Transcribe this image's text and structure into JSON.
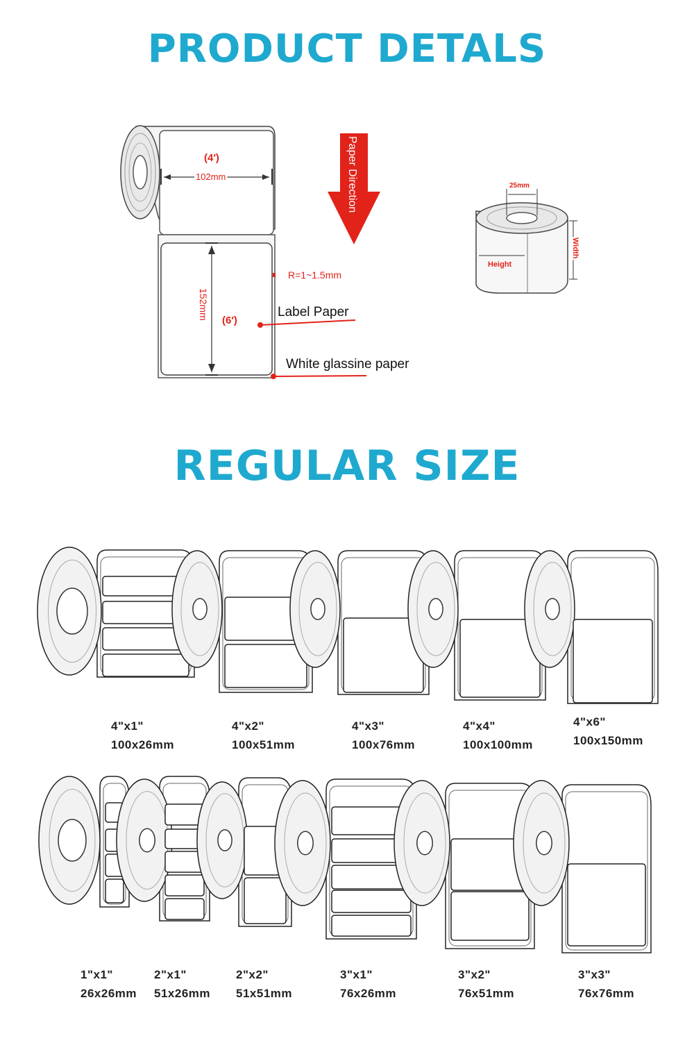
{
  "headings": {
    "product_details": "PRODUCT DETALS",
    "regular_size": "REGULAR SIZE"
  },
  "diagram": {
    "width_inch": "(4′)",
    "width_mm": "102mm",
    "height_inch": "(6′)",
    "height_mm": "152mm",
    "corner_radius": "R=1~1.5mm",
    "label_paper": "Label Paper",
    "glassine": "White glassine paper",
    "paper_direction": "Paper Direction",
    "core": "25mm",
    "roll_height": "Height",
    "roll_width": "Width",
    "accent_color": "#e2231a"
  },
  "sizes_row1": [
    {
      "inch": "4\"x1\"",
      "mm": "100x26mm"
    },
    {
      "inch": "4\"x2\"",
      "mm": "100x51mm"
    },
    {
      "inch": "4\"x3\"",
      "mm": "100x76mm"
    },
    {
      "inch": "4\"x4\"",
      "mm": "100x100mm"
    },
    {
      "inch": "4\"x6\"",
      "mm": "100x150mm"
    }
  ],
  "sizes_row2": [
    {
      "inch": "1\"x1\"",
      "mm": "26x26mm"
    },
    {
      "inch": "2\"x1\"",
      "mm": "51x26mm"
    },
    {
      "inch": "2\"x2\"",
      "mm": "51x51mm"
    },
    {
      "inch": "3\"x1\"",
      "mm": "76x26mm"
    },
    {
      "inch": "3\"x2\"",
      "mm": "76x51mm"
    },
    {
      "inch": "3\"x3\"",
      "mm": "76x76mm"
    }
  ]
}
